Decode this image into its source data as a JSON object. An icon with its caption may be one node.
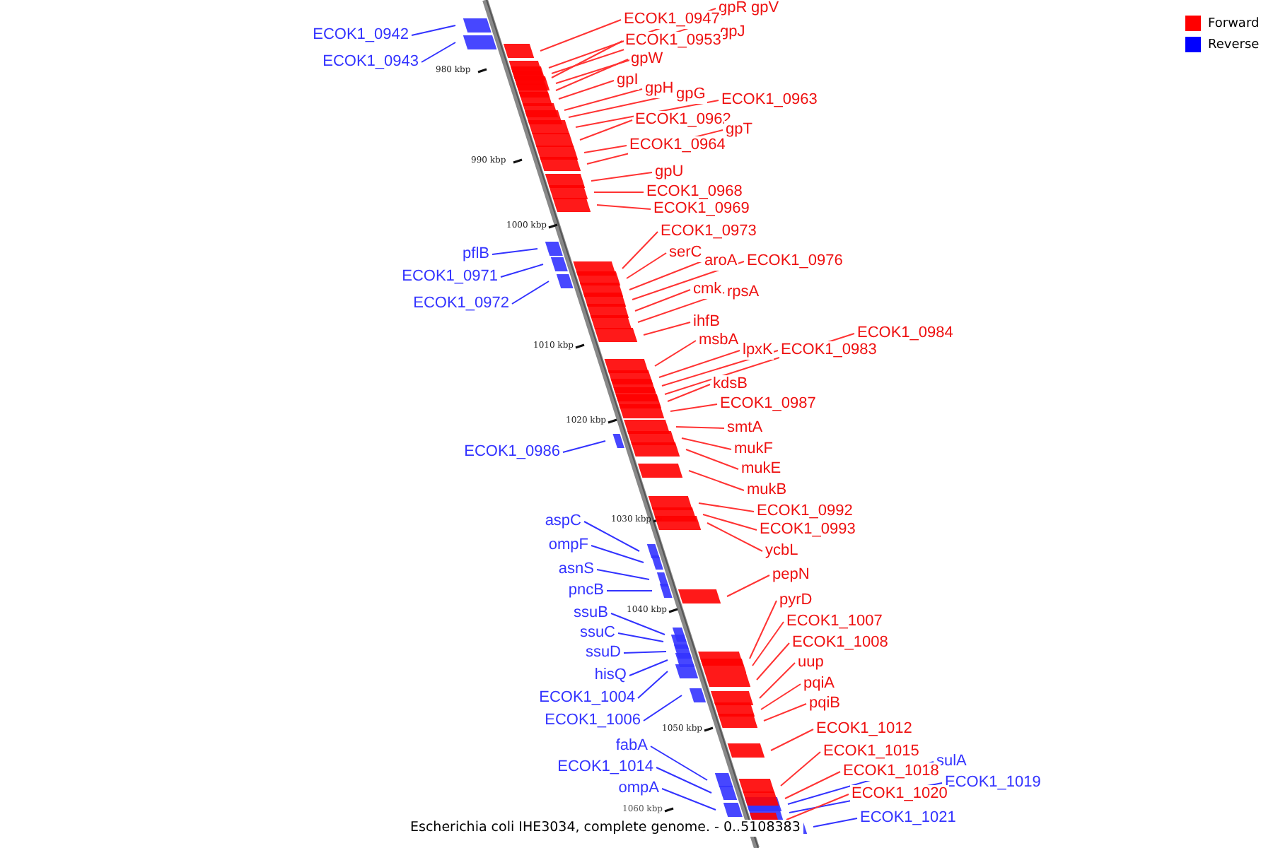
{
  "diagram": {
    "caption": "Escherichia coli IHE3034, complete genome. - 0..5108383",
    "nodes": [
      {
        "text": [
          "gpR"
        ]
      },
      {
        "text": [
          "gpV"
        ]
      },
      {
        "text": [
          "ECOK1_0947"
        ]
      },
      {
        "text": [
          "gpJ"
        ]
      },
      {
        "text": [
          "ECOK1_0942"
        ]
      },
      {
        "text": [
          "ECOK1_0953"
        ]
      },
      {
        "text": [
          "gpW"
        ]
      },
      {
        "text": [
          "ECOK1_0943"
        ]
      },
      {
        "text": [
          "gpI"
        ]
      },
      {
        "text": [
          "gpH"
        ]
      },
      {
        "text": [
          "gpG"
        ]
      },
      {
        "text": [
          "ECOK1_0963"
        ]
      },
      {
        "text": [
          "ECOK1_0962"
        ]
      },
      {
        "text": [
          "gpT"
        ]
      },
      {
        "text": [
          "ECOK1_0964"
        ]
      },
      {
        "text": [
          "gpU"
        ]
      },
      {
        "text": [
          "ECOK1_0968"
        ]
      },
      {
        "text": [
          "ECOK1_0969"
        ]
      },
      {
        "text": [
          "ECOK1_0973"
        ]
      },
      {
        "text": [
          "pflB"
        ]
      },
      {
        "text": [
          "serC"
        ]
      },
      {
        "text": [
          "aroA"
        ]
      },
      {
        "text": [
          "ECOK1_0976"
        ]
      },
      {
        "text": [
          "ECOK1_0971"
        ]
      },
      {
        "text": [
          "cmk"
        ]
      },
      {
        "text": [
          "rpsA"
        ]
      },
      {
        "text": [
          "ECOK1_0972"
        ]
      },
      {
        "text": [
          "ihfB"
        ]
      },
      {
        "text": [
          "ECOK1_0984"
        ]
      },
      {
        "text": [
          "msbA"
        ]
      },
      {
        "text": [
          "lpxK"
        ]
      },
      {
        "text": [
          "ECOK1_0983"
        ]
      },
      {
        "text": [
          "kdsB"
        ]
      },
      {
        "text": [
          "ECOK1_0987"
        ]
      },
      {
        "text": [
          "smtA"
        ]
      },
      {
        "text": [
          "mukF"
        ]
      },
      {
        "text": [
          "ECOK1_0986"
        ]
      },
      {
        "text": [
          "mukE"
        ]
      },
      {
        "text": [
          "mukB"
        ]
      },
      {
        "text": [
          "ECOK1_0992"
        ]
      },
      {
        "text": [
          "aspC"
        ]
      },
      {
        "text": [
          "ECOK1_0993"
        ]
      },
      {
        "text": [
          "ompF"
        ]
      },
      {
        "text": [
          "ycbL"
        ]
      },
      {
        "text": [
          "asnS"
        ]
      },
      {
        "text": [
          "pepN"
        ]
      },
      {
        "text": [
          "pncB"
        ]
      },
      {
        "text": [
          "pyrD"
        ]
      },
      {
        "text": [
          "ssuB"
        ]
      },
      {
        "text": [
          "ECOK1_1007"
        ]
      },
      {
        "text": [
          "ssuC"
        ]
      },
      {
        "text": [
          "ECOK1_1008"
        ]
      },
      {
        "text": [
          "ssuD"
        ]
      },
      {
        "text": [
          "uup"
        ]
      },
      {
        "text": [
          "hisQ"
        ]
      },
      {
        "text": [
          "pqiA"
        ]
      },
      {
        "text": [
          "ECOK1_1004"
        ]
      },
      {
        "text": [
          "pqiB"
        ]
      },
      {
        "text": [
          "ECOK1_1006"
        ]
      },
      {
        "text": [
          "ECOK1_1012"
        ]
      },
      {
        "text": [
          "fabA"
        ]
      },
      {
        "text": [
          "ECOK1_1015"
        ]
      },
      {
        "text": [
          "sulA"
        ]
      },
      {
        "text": [
          "ECOK1_1014"
        ]
      },
      {
        "text": [
          "ECOK1_1018"
        ]
      },
      {
        "text": [
          "ECOK1_1019"
        ]
      },
      {
        "text": [
          "ompA"
        ]
      },
      {
        "text": [
          "ECOK1_1020"
        ]
      },
      {
        "text": [
          "ECOK1_1021"
        ]
      }
    ],
    "edges": [
      {
        "from": 0,
        "to": null,
        "arrow": "none"
      },
      {
        "from": 1,
        "to": null,
        "arrow": "none"
      },
      {
        "from": 2,
        "to": null,
        "arrow": "none"
      },
      {
        "from": 3,
        "to": null,
        "arrow": "none"
      },
      {
        "from": 4,
        "to": null,
        "arrow": "none",
        "color": "#3333ff"
      },
      {
        "from": 5,
        "to": null,
        "arrow": "none"
      },
      {
        "from": 6,
        "to": null,
        "arrow": "none"
      },
      {
        "from": 7,
        "to": null,
        "arrow": "none",
        "color": "#3333ff"
      },
      {
        "from": 8,
        "to": null,
        "arrow": "none"
      },
      {
        "from": 9,
        "to": null,
        "arrow": "none"
      },
      {
        "from": 10,
        "to": null,
        "arrow": "none"
      },
      {
        "from": 11,
        "to": null,
        "arrow": "none"
      },
      {
        "from": 12,
        "to": null,
        "arrow": "none"
      },
      {
        "from": 13,
        "to": null,
        "arrow": "none"
      },
      {
        "from": 14,
        "to": null,
        "arrow": "none"
      },
      {
        "from": 15,
        "to": null,
        "arrow": "none"
      },
      {
        "from": 16,
        "to": null,
        "arrow": "none"
      },
      {
        "from": 17,
        "to": null,
        "arrow": "none"
      },
      {
        "from": 18,
        "to": null,
        "arrow": "none"
      },
      {
        "from": 19,
        "to": null,
        "arrow": "none",
        "color": "#3333ff"
      },
      {
        "from": 20,
        "to": null,
        "arrow": "none"
      },
      {
        "from": 21,
        "to": null,
        "arrow": "none"
      },
      {
        "from": 22,
        "to": null,
        "arrow": "none"
      },
      {
        "from": 23,
        "to": null,
        "arrow": "none",
        "color": "#3333ff"
      },
      {
        "from": 24,
        "to": null,
        "arrow": "none"
      },
      {
        "from": 25,
        "to": null,
        "arrow": "none"
      },
      {
        "from": 26,
        "to": null,
        "arrow": "none",
        "color": "#3333ff"
      },
      {
        "from": 27,
        "to": null,
        "arrow": "none"
      },
      {
        "from": 28,
        "to": null,
        "arrow": "none"
      },
      {
        "from": 29,
        "to": null,
        "arrow": "none"
      },
      {
        "from": 30,
        "to": null,
        "arrow": "none"
      },
      {
        "from": 31,
        "to": null,
        "arrow": "none"
      },
      {
        "from": 32,
        "to": null,
        "arrow": "none"
      },
      {
        "from": 33,
        "to": null,
        "arrow": "none"
      },
      {
        "from": 34,
        "to": null,
        "arrow": "none"
      },
      {
        "from": 35,
        "to": null,
        "arrow": "none"
      },
      {
        "from": 36,
        "to": null,
        "arrow": "none",
        "color": "#3333ff"
      },
      {
        "from": 37,
        "to": null,
        "arrow": "none"
      },
      {
        "from": 38,
        "to": null,
        "arrow": "none"
      },
      {
        "from": 39,
        "to": null,
        "arrow": "none"
      },
      {
        "from": 40,
        "to": null,
        "arrow": "none",
        "color": "#3333ff"
      },
      {
        "from": 41,
        "to": null,
        "arrow": "none"
      },
      {
        "from": 42,
        "to": null,
        "arrow": "none",
        "color": "#3333ff"
      },
      {
        "from": 43,
        "to": null,
        "arrow": "none"
      },
      {
        "from": 44,
        "to": null,
        "arrow": "none",
        "color": "#3333ff"
      },
      {
        "from": 45,
        "to": null,
        "arrow": "none"
      },
      {
        "from": 46,
        "to": null,
        "arrow": "none",
        "color": "#3333ff"
      },
      {
        "from": 47,
        "to": null,
        "arrow": "none"
      },
      {
        "from": 48,
        "to": null,
        "arrow": "none",
        "color": "#3333ff"
      },
      {
        "from": 49,
        "to": null,
        "arrow": "none"
      },
      {
        "from": 50,
        "to": null,
        "arrow": "none",
        "color": "#3333ff"
      },
      {
        "from": 51,
        "to": null,
        "arrow": "none"
      },
      {
        "from": 52,
        "to": null,
        "arrow": "none",
        "color": "#3333ff"
      },
      {
        "from": 53,
        "to": null,
        "arrow": "none"
      },
      {
        "from": 54,
        "to": null,
        "arrow": "none",
        "color": "#3333ff"
      },
      {
        "from": 55,
        "to": null,
        "arrow": "none"
      },
      {
        "from": 56,
        "to": null,
        "arrow": "none",
        "color": "#3333ff"
      },
      {
        "from": 57,
        "to": null,
        "arrow": "none"
      },
      {
        "from": 58,
        "to": null,
        "arrow": "none",
        "color": "#3333ff"
      },
      {
        "from": 59,
        "to": null,
        "arrow": "none"
      },
      {
        "from": 60,
        "to": null,
        "arrow": "none",
        "color": "#3333ff"
      },
      {
        "from": 61,
        "to": null,
        "arrow": "none"
      },
      {
        "from": 62,
        "to": null,
        "arrow": "none",
        "color": "#3333ff"
      },
      {
        "from": 63,
        "to": null,
        "arrow": "none",
        "color": "#3333ff"
      },
      {
        "from": 64,
        "to": null,
        "arrow": "none"
      },
      {
        "from": 65,
        "to": null,
        "arrow": "none",
        "color": "#3333ff"
      },
      {
        "from": 66,
        "to": null,
        "arrow": "none",
        "color": "#3333ff"
      },
      {
        "from": 67,
        "to": null,
        "arrow": "none"
      },
      {
        "from": 68,
        "to": null,
        "arrow": "none",
        "color": "#3333ff"
      }
    ],
    "labels": [
      "980 kbp",
      "990 kbp",
      "1000 kbp",
      "1010 kbp",
      "1020 kbp",
      "1030 kbp",
      "1040 kbp",
      "1050 kbp",
      "1060 kbp"
    ],
    "legend": [
      {
        "text": "Forward",
        "color": "#ff0000"
      },
      {
        "text": "Reverse",
        "color": "#0000ff"
      }
    ]
  }
}
